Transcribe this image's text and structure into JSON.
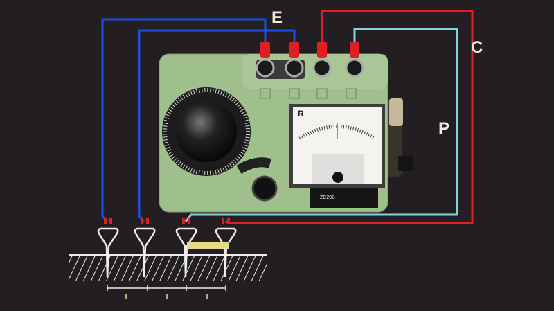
{
  "labels": {
    "e": "E",
    "c": "C",
    "p": "P"
  },
  "meter": {
    "symbol": "R",
    "model": "ZC29B"
  },
  "colors": {
    "e_wire": "#1f4fe0",
    "p_wire": "#7fd6d6",
    "c_wire": "#e02020",
    "body": "#9fbf8c",
    "background": "#231e22"
  }
}
